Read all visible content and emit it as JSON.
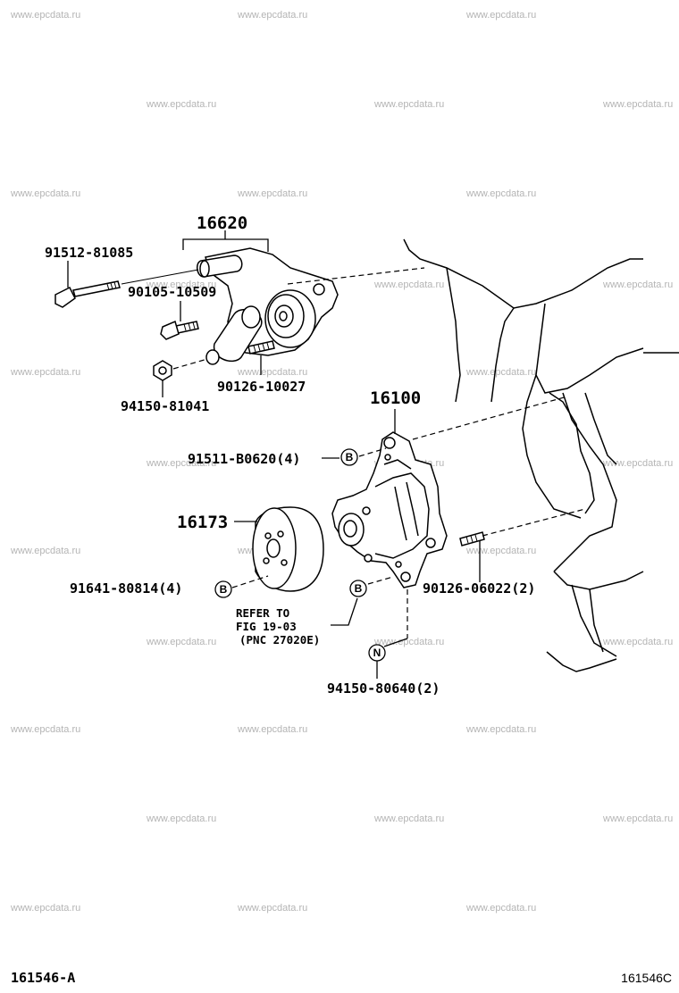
{
  "watermark": "www.epcdata.ru",
  "labels": {
    "p16620": "16620",
    "p91512": "91512-81085",
    "p90105": "90105-10509",
    "p90126a": "90126-10027",
    "p94150a": "94150-81041",
    "p16100": "16100",
    "p91511": "91511-B0620(4)",
    "p16173": "16173",
    "p91641": "91641-80814(4)",
    "p90126b": "90126-06022(2)",
    "ref_line1": "REFER TO",
    "ref_line2": "FIG 19-03",
    "ref_line3": "(PNC 27020E)",
    "p94150b": "94150-80640(2)",
    "footer_left": "161546-A",
    "footer_right": "161546C"
  },
  "markers": {
    "b1": "B",
    "b2": "B",
    "b3": "B",
    "n1": "N"
  }
}
